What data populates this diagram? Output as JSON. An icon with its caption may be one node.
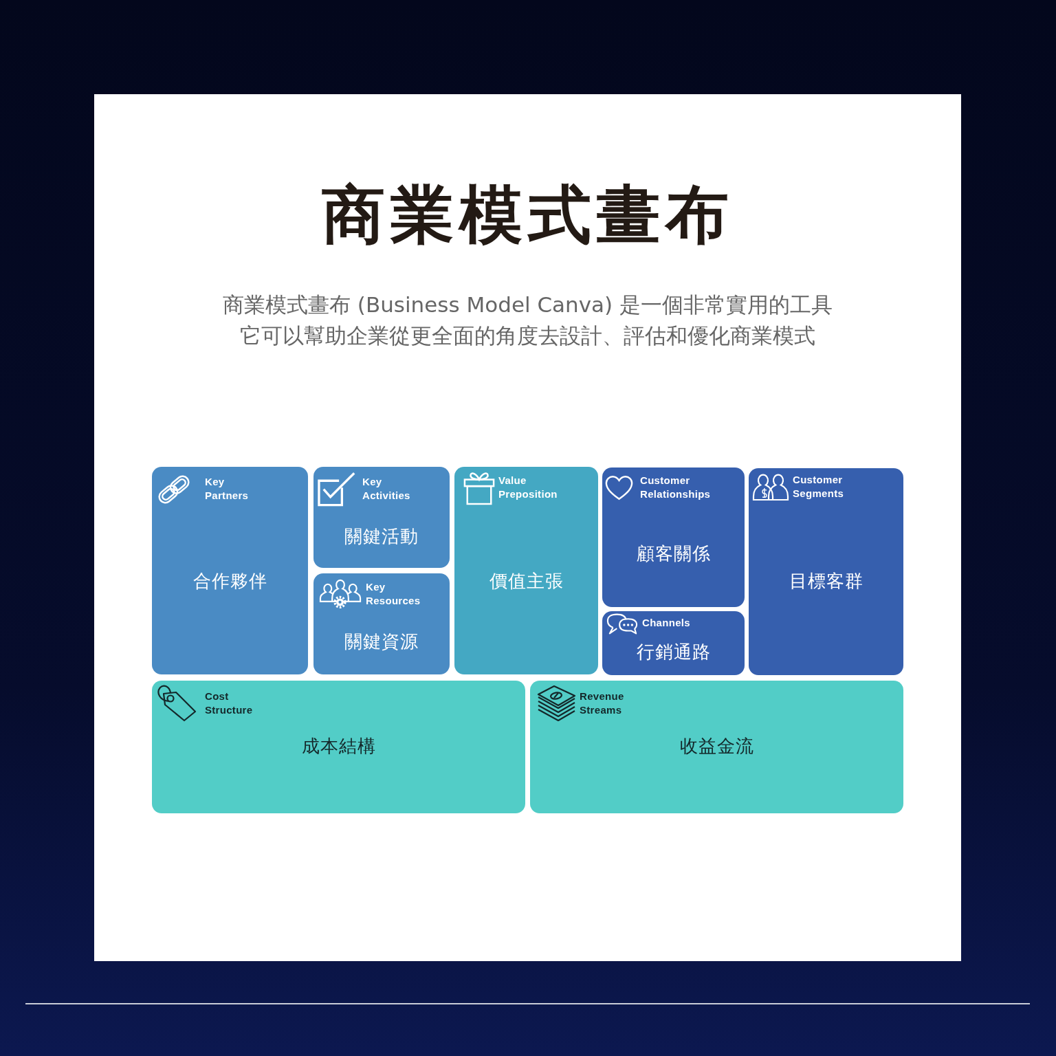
{
  "diagram": {
    "title": "商業模式畫布",
    "nodes": [
      {
        "text": [
          "Key Partners",
          "合作夥伴"
        ]
      },
      {
        "text": [
          "Key Activities",
          "關鍵活動"
        ]
      },
      {
        "text": [
          "Key Resources",
          "關鍵資源"
        ]
      },
      {
        "text": [
          "Value Preposition",
          "價值主張"
        ]
      },
      {
        "text": [
          "Customer Relationships",
          "顧客關係"
        ]
      },
      {
        "text": [
          "Channels",
          "行銷通路"
        ]
      },
      {
        "text": [
          "Customer Segments",
          "目標客群"
        ]
      },
      {
        "text": [
          "Cost Structure",
          "成本結構"
        ]
      },
      {
        "text": [
          "Revenue Streams",
          "收益金流"
        ]
      }
    ],
    "labels": [
      "商業模式畫布 (Business Model Canva) 是一個非常實用的工具",
      "它可以幫助企業從更全面的角度去設計、評估和優化商業模式"
    ]
  }
}
